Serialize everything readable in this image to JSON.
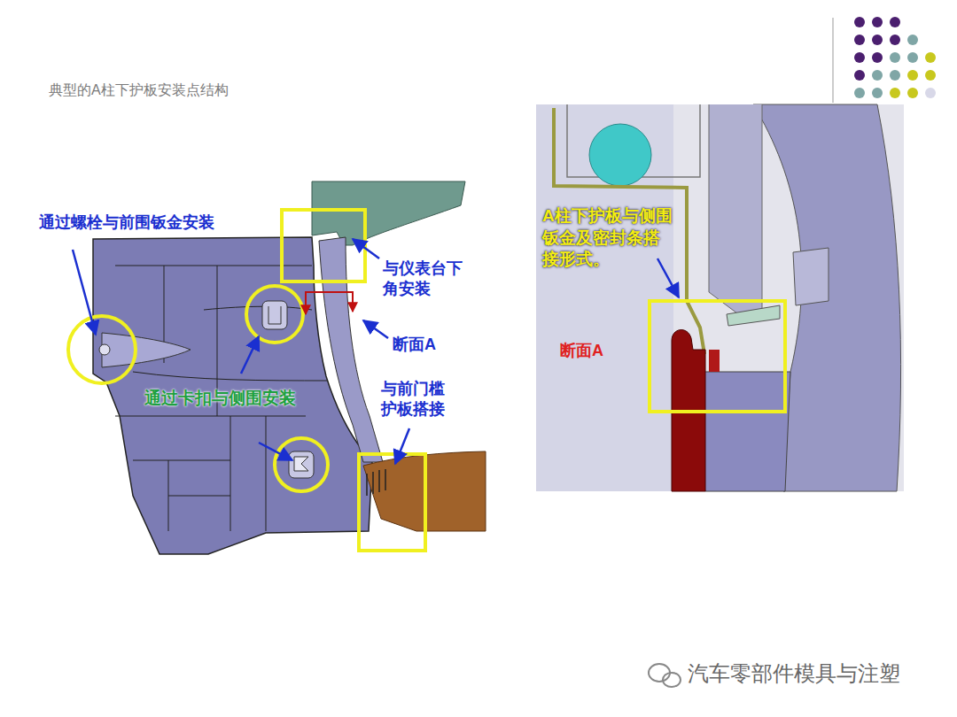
{
  "diagram": {
    "title": "典型的A柱下护板安装点结构",
    "labels": [
      "通过螺栓与前围钣金安装",
      "与仪表台下角安装",
      "断面A",
      "通过卡扣与侧围安装",
      "与前门槛护板搭接",
      "A柱下护板与侧围钣金及密封条搭接形式。",
      "断面A",
      "汽车零部件模具与注塑"
    ]
  }
}
